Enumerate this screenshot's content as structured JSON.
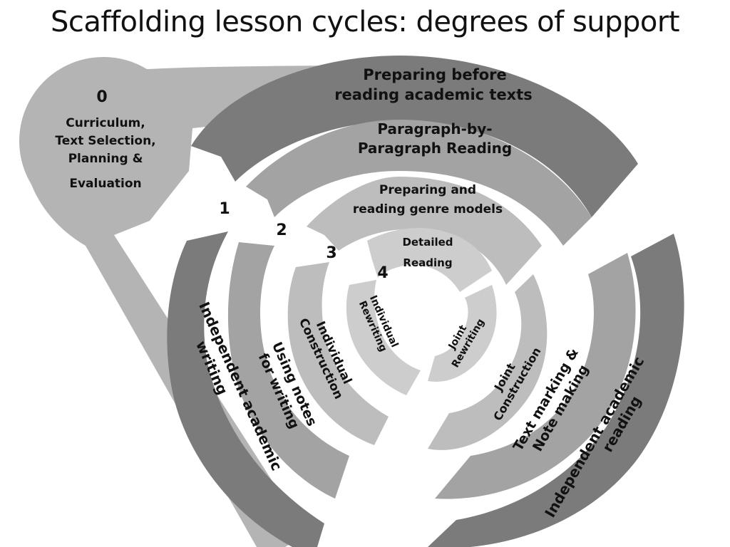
{
  "title": "Scaffolding lesson cycles: degrees of support",
  "stage0": {
    "number": "0",
    "lines": [
      "Curriculum,",
      "Text Selection,",
      "Planning &",
      "Evaluation"
    ]
  },
  "cycle_numbers": [
    "1",
    "2",
    "3",
    "4"
  ],
  "reading_side": {
    "ring1": [
      "Preparing before",
      "reading academic texts"
    ],
    "ring2": [
      "Paragraph-by-",
      "Paragraph Reading"
    ],
    "ring3": [
      "Preparing and",
      "reading genre models"
    ],
    "ring4": [
      "Detailed",
      "Reading"
    ]
  },
  "writing_left": {
    "ring1": [
      "Independent academic",
      "writing"
    ],
    "ring2": [
      "Using notes",
      "for writing"
    ],
    "ring3": [
      "Individual",
      "Construction"
    ],
    "ring4": [
      "Individual",
      "Rewriting"
    ]
  },
  "writing_right": {
    "ring1": [
      "Independent academic",
      "reading"
    ],
    "ring2": [
      "Text marking &",
      "Note making"
    ],
    "ring3": [
      "Joint",
      "Construction"
    ],
    "ring4": [
      "Joint",
      "Rewriting"
    ]
  },
  "colors": {
    "stage0": "#b4b4b4",
    "ring_dark": "#7b7b7b",
    "ring_mid": "#a3a3a3",
    "ring_light": "#bdbdbd",
    "ring_lighter": "#cdcdcd",
    "gap": "#ffffff",
    "text": "#111111"
  }
}
